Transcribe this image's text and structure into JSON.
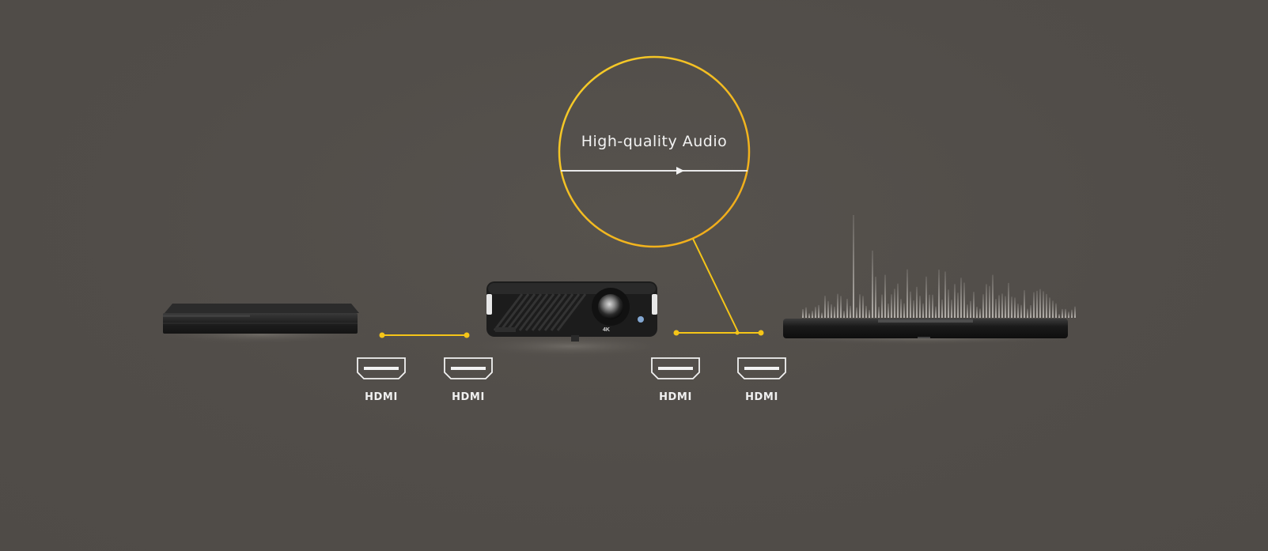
{
  "bubble": {
    "label": "High-quality Audio"
  },
  "ports": [
    {
      "label": "HDMI"
    },
    {
      "label": "HDMI"
    },
    {
      "label": "HDMI"
    },
    {
      "label": "HDMI"
    }
  ],
  "devices": {
    "player": {
      "name": "media-player"
    },
    "projector": {
      "name": "projector",
      "badge": "4K"
    },
    "soundbar": {
      "name": "soundbar"
    }
  },
  "colors": {
    "background": "#524e4a",
    "accent": "#f5c518",
    "port_outline": "#f2f2f2"
  }
}
